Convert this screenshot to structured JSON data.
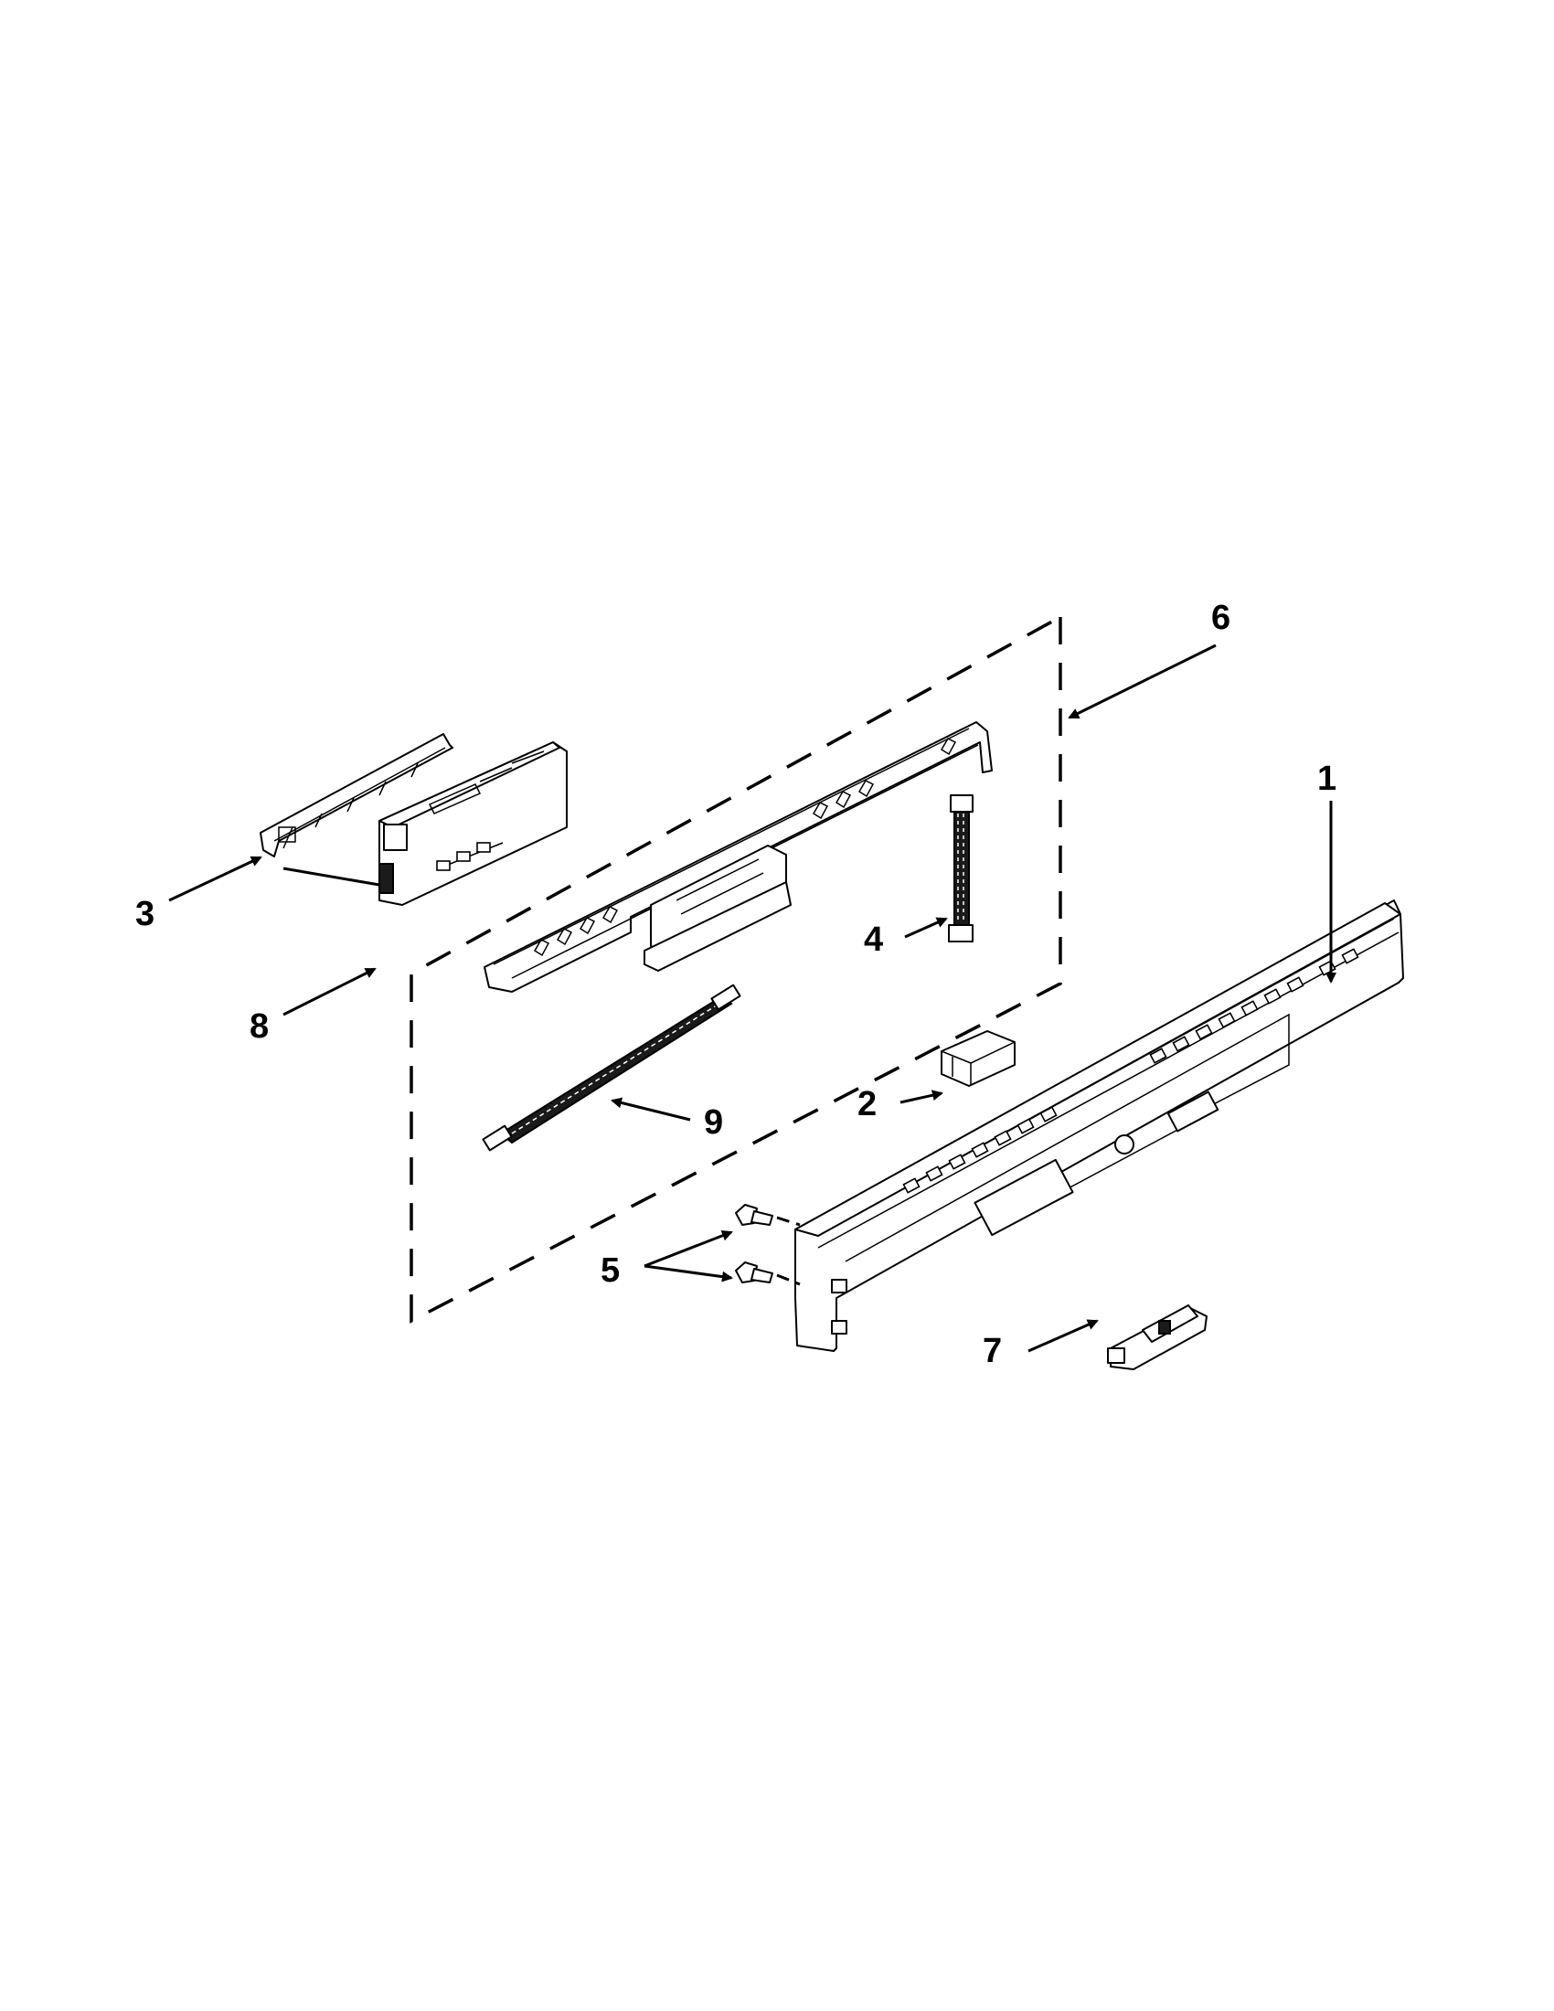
{
  "callouts": {
    "part_1": "1",
    "part_2": "2",
    "part_3": "3",
    "part_4": "4",
    "part_5": "5",
    "part_6": "6",
    "part_7": "7",
    "part_8": "8",
    "part_9": "9"
  },
  "colors": {
    "ink": "#000000",
    "paper": "#ffffff"
  }
}
